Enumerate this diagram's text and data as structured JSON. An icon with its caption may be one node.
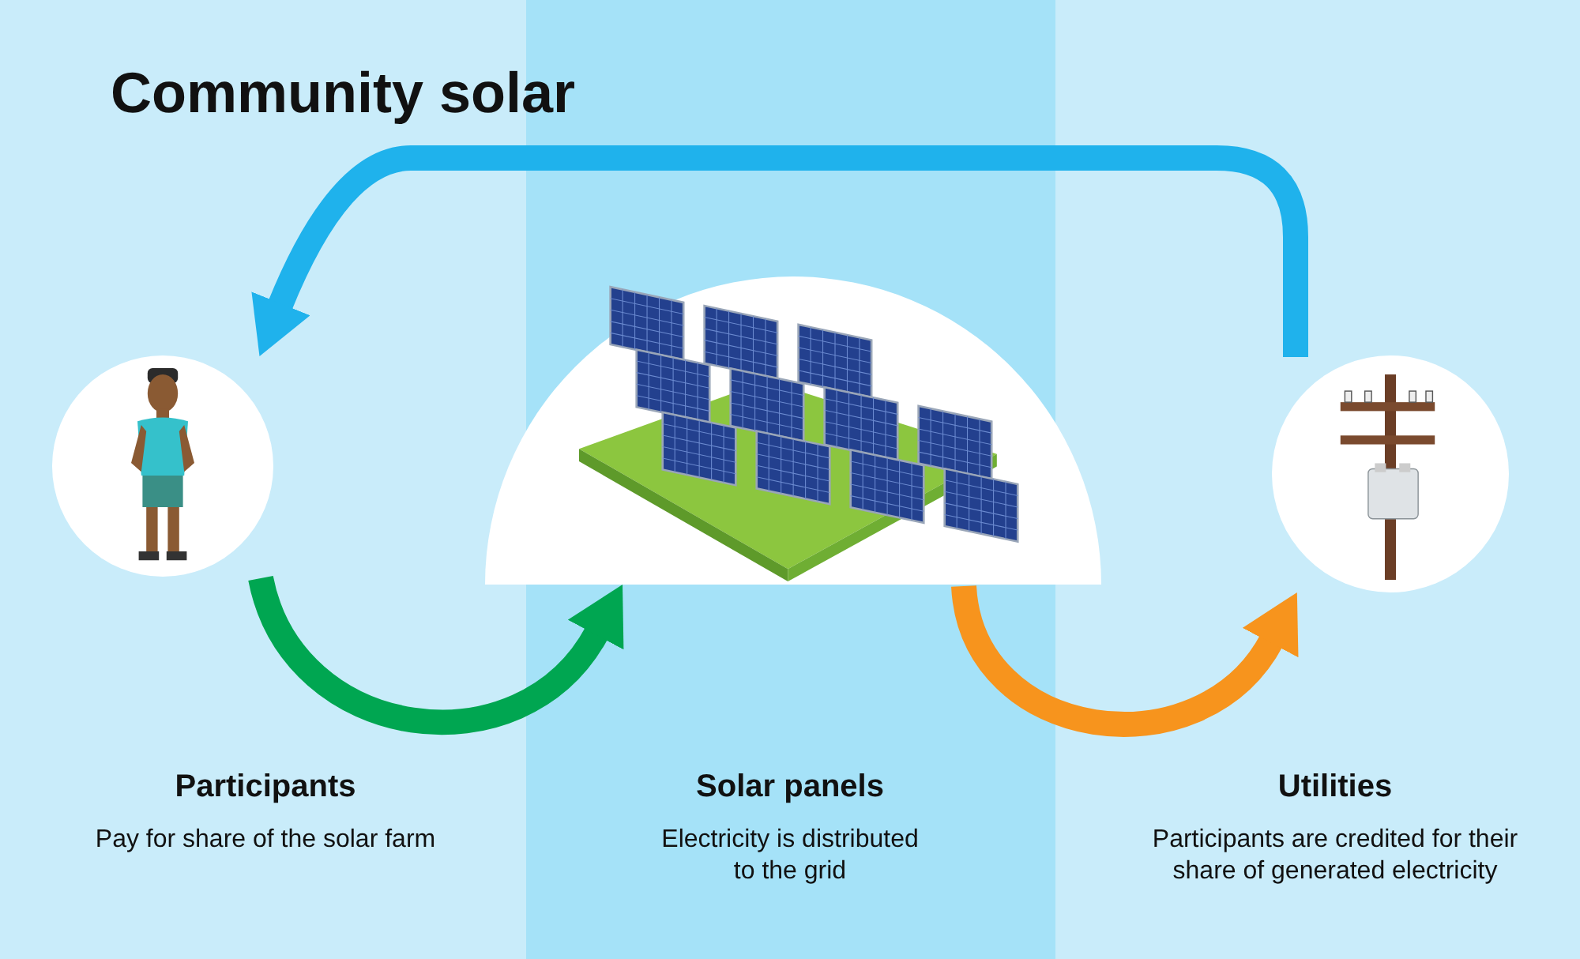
{
  "diagram": {
    "title": "Community solar",
    "nodes": [
      {
        "text": [],
        "shape": "picture",
        "beside": [
          "Participants",
          "Pay for share of the solar farm"
        ]
      },
      {
        "text": [],
        "shape": "picture",
        "beside": [
          "Solar panels",
          "Electricity is distributed to the grid"
        ]
      },
      {
        "text": [],
        "shape": "picture",
        "beside": [
          "Utilities",
          "Participants are credited for their share of generated electricity"
        ]
      }
    ],
    "edges": [
      {
        "from": 0,
        "to": 1,
        "arrow": "to",
        "color": "#00a651"
      },
      {
        "from": 1,
        "to": 2,
        "arrow": "to",
        "color": "#f7941d"
      },
      {
        "from": 2,
        "to": 0,
        "arrow": "to",
        "color": "#1fb2ec"
      }
    ]
  }
}
